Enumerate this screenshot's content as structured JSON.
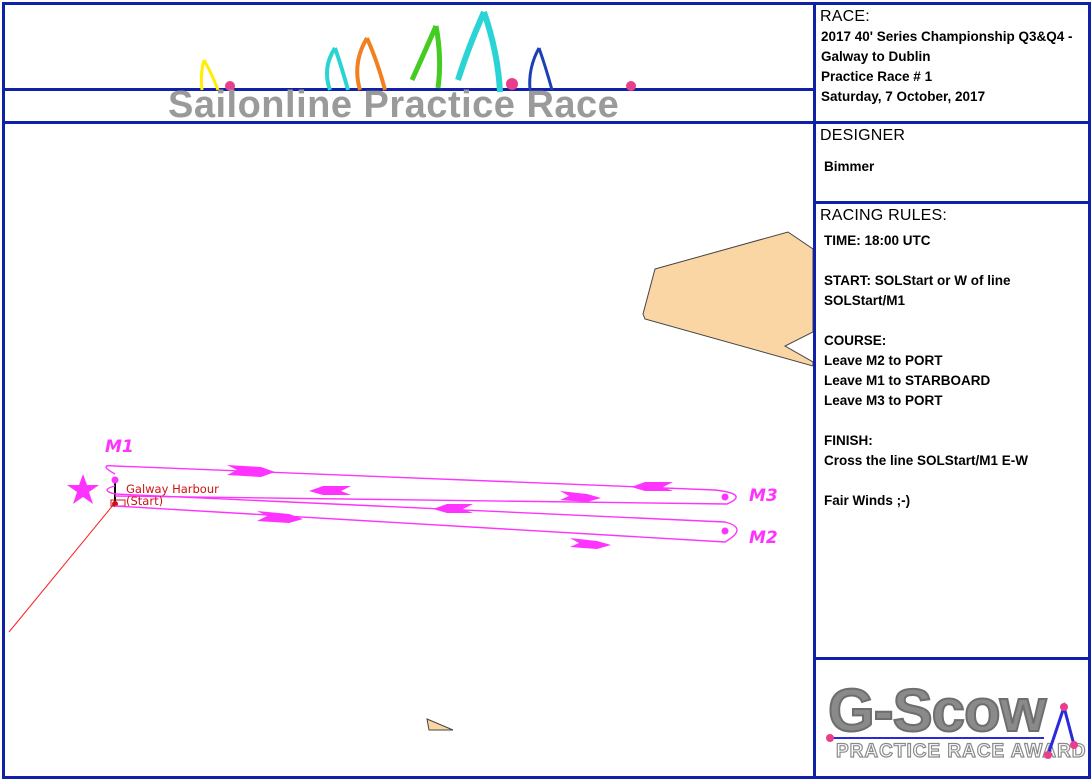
{
  "banner": {
    "title": "Sailonline Practice Race"
  },
  "race": {
    "heading": "RACE:",
    "lines": [
      "2017 40' Series Championship Q3&Q4 -",
      "Galway to Dublin",
      "Practice Race # 1",
      "Saturday, 7 October, 2017"
    ]
  },
  "designer": {
    "heading": "DESIGNER",
    "name": "Bimmer"
  },
  "rules": {
    "heading": "RACING RULES:",
    "time": "TIME: 18:00 UTC",
    "start": "START: SOLStart or W of line\nSOLStart/M1",
    "course": "COURSE:\nLeave M2 to PORT\nLeave M1 to STARBOARD\nLeave M3 to PORT",
    "finish": "FINISH:\nCross the line SOLStart/M1 E-W",
    "closing": "Fair Winds ;-)"
  },
  "map": {
    "marks": {
      "m1": "M1",
      "m2": "M2",
      "m3": "M3"
    },
    "harbour_label": "Galway Harbour",
    "start_label": "(Start)"
  },
  "award": {
    "title": "G-Scow",
    "subtitle": "PRACTICE RACE AWARD"
  },
  "colors": {
    "frame": "#1020a8",
    "course": "#ff33ff",
    "land": "#fad6a5",
    "banner_text": "#9a9a9a"
  }
}
